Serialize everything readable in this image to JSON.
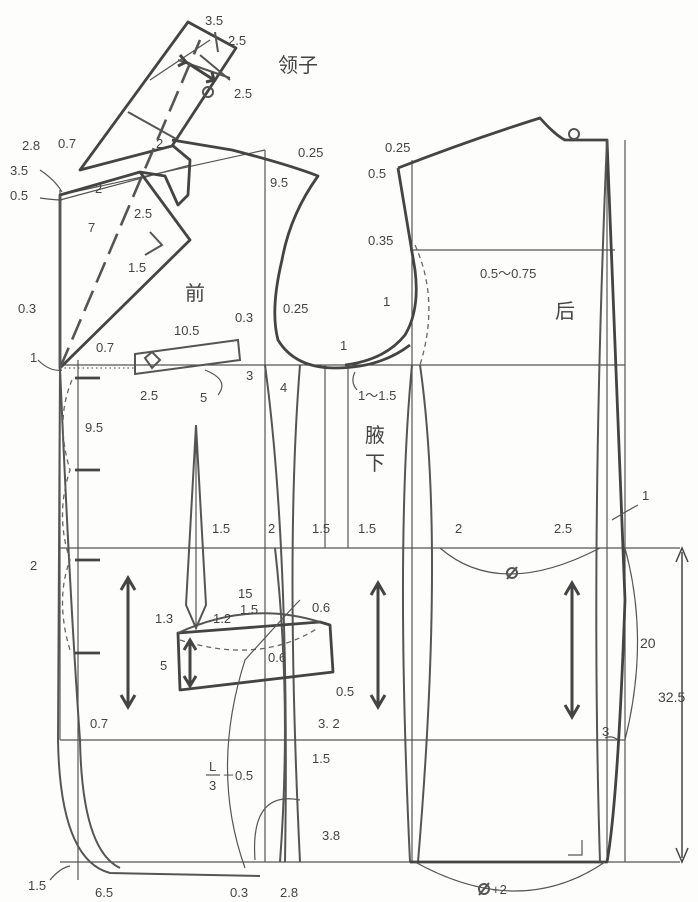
{
  "titles": {
    "collar": "领子",
    "front": "前",
    "back": "后",
    "underarm_1": "腋",
    "underarm_2": "下"
  },
  "labels": [
    {
      "id": "collar-3-5",
      "text": "3.5"
    },
    {
      "id": "collar-2-5-a",
      "text": "2.5"
    },
    {
      "id": "collar-2-5-b",
      "text": "2.5"
    },
    {
      "id": "collar-2",
      "text": "2"
    },
    {
      "id": "lapel-2-8",
      "text": "2.8"
    },
    {
      "id": "lapel-0-7",
      "text": "0.7"
    },
    {
      "id": "lapel-3-5",
      "text": "3.5"
    },
    {
      "id": "lapel-2",
      "text": "2"
    },
    {
      "id": "lapel-0-5",
      "text": "0.5"
    },
    {
      "id": "lapel-7",
      "text": "7"
    },
    {
      "id": "lapel-2-5",
      "text": "2.5"
    },
    {
      "id": "lapel-1-5",
      "text": "1.5"
    },
    {
      "id": "neck-9-5",
      "text": "9.5"
    },
    {
      "id": "shoulder-0-25-front",
      "text": "0.25"
    },
    {
      "id": "shoulder-0-25-back",
      "text": "0.25"
    },
    {
      "id": "back-0-5",
      "text": "0.5"
    },
    {
      "id": "back-0-35",
      "text": "0.35"
    },
    {
      "id": "back-0-5-0-75",
      "text": "0.5～0.75"
    },
    {
      "id": "back-1-armhole",
      "text": "1"
    },
    {
      "id": "front-0-3",
      "text": "0.3"
    },
    {
      "id": "armhole-0-25",
      "text": "0.25"
    },
    {
      "id": "pocket-10-5",
      "text": "10.5"
    },
    {
      "id": "pocket-0-3",
      "text": "0.3"
    },
    {
      "id": "front-1",
      "text": "1"
    },
    {
      "id": "front-0-7",
      "text": "0.7"
    },
    {
      "id": "pocket-2-5",
      "text": "2.5"
    },
    {
      "id": "pocket-3",
      "text": "3"
    },
    {
      "id": "pocket-4",
      "text": "4"
    },
    {
      "id": "pocket-5",
      "text": "5"
    },
    {
      "id": "armhole-1",
      "text": "1"
    },
    {
      "id": "armhole-1-1-5",
      "text": "1～1.5"
    },
    {
      "id": "button-9-5",
      "text": "9.5"
    },
    {
      "id": "waist-1-5-left",
      "text": "1.5"
    },
    {
      "id": "waist-2-a",
      "text": "2"
    },
    {
      "id": "waist-1-5-b",
      "text": "1.5"
    },
    {
      "id": "waist-1-5-c",
      "text": "1.5"
    },
    {
      "id": "waist-2-b",
      "text": "2"
    },
    {
      "id": "waist-2-5",
      "text": "2.5"
    },
    {
      "id": "hem-1-right",
      "text": "1"
    },
    {
      "id": "front-2-left",
      "text": "2"
    },
    {
      "id": "lowpocket-15",
      "text": "15"
    },
    {
      "id": "lowpocket-1-5",
      "text": "1.5"
    },
    {
      "id": "lowpocket-0-6",
      "text": "0.6"
    },
    {
      "id": "lowpocket-1-3",
      "text": "1.3"
    },
    {
      "id": "lowpocket-1-2",
      "text": "1.2"
    },
    {
      "id": "lowpocket-0-6-b",
      "text": "0.6"
    },
    {
      "id": "lowpocket-5",
      "text": "5"
    },
    {
      "id": "lowpocket-0-5",
      "text": "0.5"
    },
    {
      "id": "dim-20",
      "text": "20"
    },
    {
      "id": "dim-32-5",
      "text": "32.5"
    },
    {
      "id": "hip-0-7",
      "text": "0.7"
    },
    {
      "id": "hip-3-2",
      "text": "3. 2"
    },
    {
      "id": "hip-1-5",
      "text": "1.5"
    },
    {
      "id": "hip-3",
      "text": "3"
    },
    {
      "id": "frac-minus",
      "text": "－0.5"
    },
    {
      "id": "frac-num",
      "text": "L"
    },
    {
      "id": "frac-den",
      "text": "3"
    },
    {
      "id": "hem-3-8",
      "text": "3.8"
    },
    {
      "id": "hem-1-5",
      "text": "1.5"
    },
    {
      "id": "hem-6-5",
      "text": "6.5"
    },
    {
      "id": "hem-0-3",
      "text": "0.3"
    },
    {
      "id": "hem-2-8",
      "text": "2.8"
    },
    {
      "id": "hem-phi-2",
      "text": "+2"
    }
  ],
  "colors": {
    "line": "#444444",
    "paper": "#fdfdfb"
  }
}
